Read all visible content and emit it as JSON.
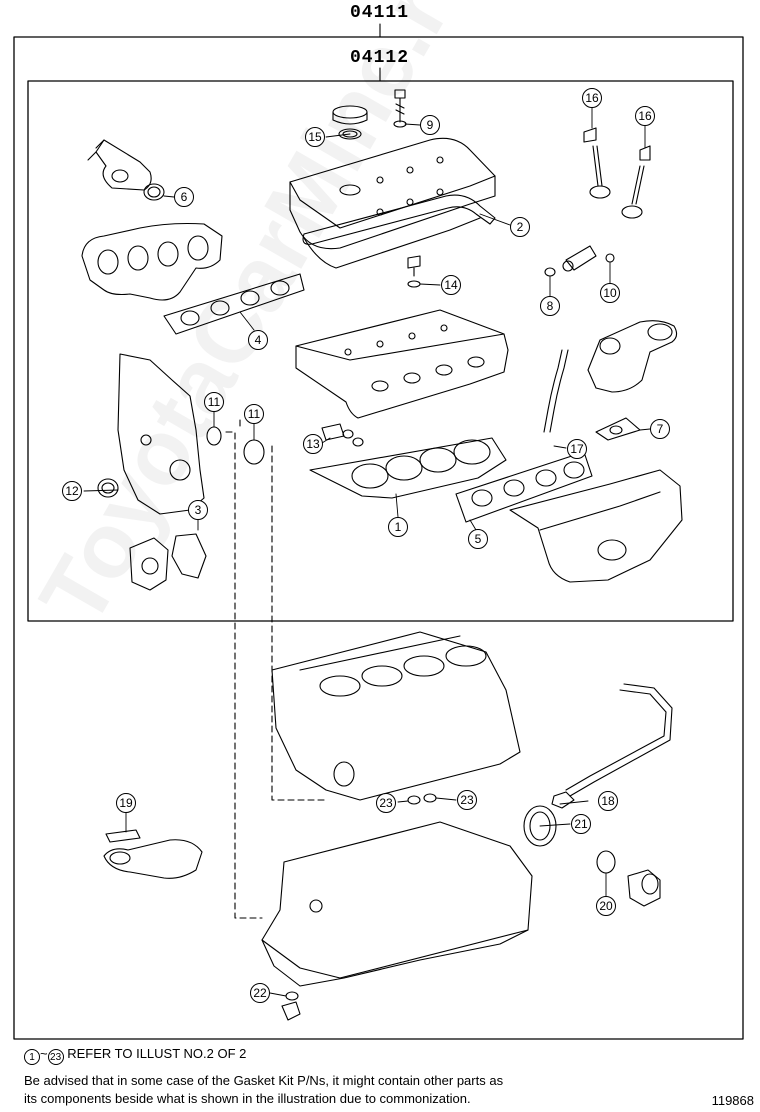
{
  "kits": {
    "outer_code": "04111",
    "inner_code": "04112"
  },
  "callouts": [
    {
      "id": "callout-1",
      "label": "1"
    },
    {
      "id": "callout-2",
      "label": "2"
    },
    {
      "id": "callout-3",
      "label": "3"
    },
    {
      "id": "callout-4",
      "label": "4"
    },
    {
      "id": "callout-5",
      "label": "5"
    },
    {
      "id": "callout-6",
      "label": "6"
    },
    {
      "id": "callout-7",
      "label": "7"
    },
    {
      "id": "callout-8",
      "label": "8"
    },
    {
      "id": "callout-9",
      "label": "9"
    },
    {
      "id": "callout-10",
      "label": "10"
    },
    {
      "id": "callout-11a",
      "label": "11"
    },
    {
      "id": "callout-11b",
      "label": "11"
    },
    {
      "id": "callout-12",
      "label": "12"
    },
    {
      "id": "callout-13",
      "label": "13"
    },
    {
      "id": "callout-14",
      "label": "14"
    },
    {
      "id": "callout-15",
      "label": "15"
    },
    {
      "id": "callout-16a",
      "label": "16"
    },
    {
      "id": "callout-16b",
      "label": "16"
    },
    {
      "id": "callout-17",
      "label": "17"
    },
    {
      "id": "callout-18",
      "label": "18"
    },
    {
      "id": "callout-19",
      "label": "19"
    },
    {
      "id": "callout-20",
      "label": "20"
    },
    {
      "id": "callout-21",
      "label": "21"
    },
    {
      "id": "callout-22",
      "label": "22"
    },
    {
      "id": "callout-23a",
      "label": "23"
    },
    {
      "id": "callout-23b",
      "label": "23"
    }
  ],
  "notes": {
    "range_start": "1",
    "range_sep": "~",
    "range_end": "23",
    "refer_text": "REFER TO ILLUST NO.2 OF 2",
    "advisory_line1": "Be advised that in some case of the Gasket Kit P/Ns,  it might contain other parts as",
    "advisory_line2": "its components beside what is shown in the illustration due to commonization."
  },
  "illustration_number": "119868",
  "watermark": "ToyotaCarMine.ru"
}
